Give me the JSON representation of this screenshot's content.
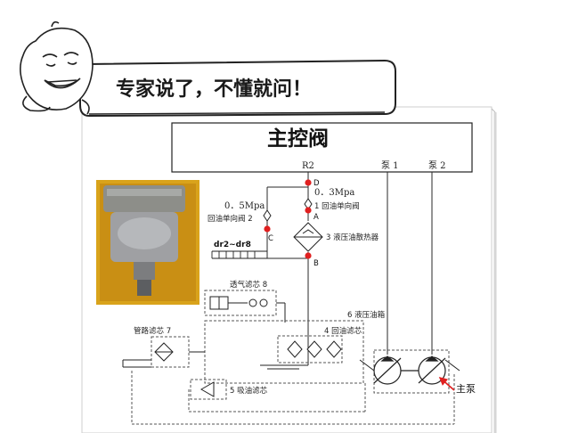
{
  "banner": {
    "text": "专家说了，不懂就问！"
  },
  "main_valve": {
    "title": "主控阀",
    "port_r2": "R2",
    "port_pump1": "泵 1",
    "port_pump2": "泵 2"
  },
  "points": {
    "d": "D",
    "a": "A",
    "b": "B",
    "c": "C"
  },
  "labels": {
    "p03": "0．3Mpa",
    "check1": "1 回油单向阀",
    "p05": "0．5Mpa",
    "check2": "回油单向阀 2",
    "cooler3": "3 液压油散热器",
    "dr": "dr2~dr8",
    "breather8": "透气滤芯 8",
    "tank6": "6  液压油箱",
    "return4": "4 回油滤芯",
    "pipe7": "管路滤芯 7",
    "suction5": "5  吸油滤芯",
    "main_pump": "主泵"
  },
  "colors": {
    "red_point": "#e02020",
    "line": "#2a2a2a",
    "dash": "#555555",
    "arrow": "#e02020"
  }
}
